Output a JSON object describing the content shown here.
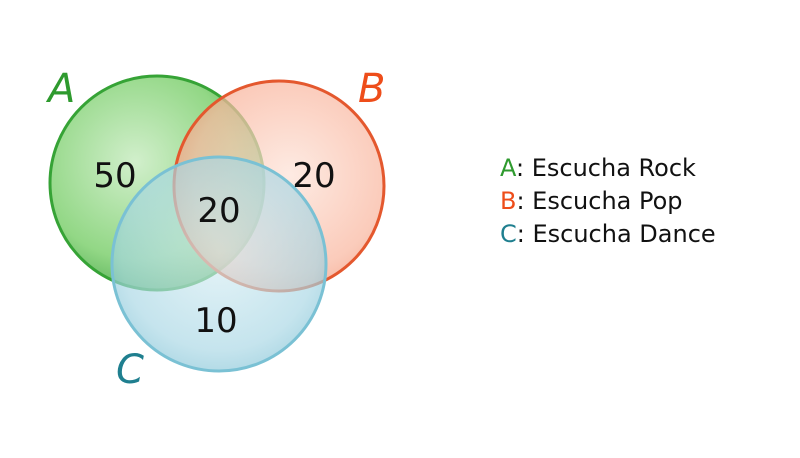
{
  "sets": [
    {
      "key": "A",
      "label": "A",
      "color": "#2e9a2e",
      "legend_text": ": Escucha Rock"
    },
    {
      "key": "B",
      "label": "B",
      "color": "#ee4d1a",
      "legend_text": ": Escucha Pop"
    },
    {
      "key": "C",
      "label": "C",
      "color": "#1f7f8f",
      "legend_text": ": Escucha Dance"
    }
  ],
  "regions": {
    "a_only": "50",
    "b_only": "20",
    "a_and_b": "20",
    "c_only": "10"
  }
}
